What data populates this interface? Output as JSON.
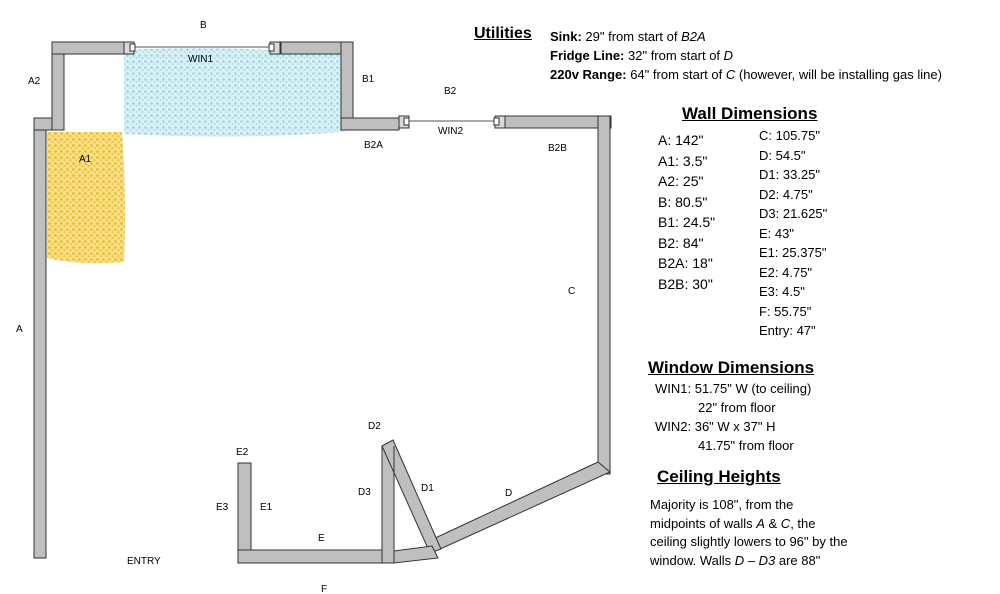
{
  "plan": {
    "labels": {
      "A": "A",
      "A1": "A1",
      "A2": "A2",
      "B": "B",
      "B1": "B1",
      "B2": "B2",
      "B2A": "B2A",
      "B2B": "B2B",
      "C": "C",
      "D": "D",
      "D1": "D1",
      "D2": "D2",
      "D3": "D3",
      "E": "E",
      "E1": "E1",
      "E2": "E2",
      "E3": "E3",
      "F": "F",
      "WIN1": "WIN1",
      "WIN2": "WIN2",
      "ENTRY": "ENTRY"
    },
    "colors": {
      "wall_fill": "#bfbfbf",
      "wall_stroke": "#333333",
      "blue_area": "#a9dce8",
      "yellow_area": "#f0c232"
    }
  },
  "utilities": {
    "title": "Utilities",
    "sink_label": "Sink:",
    "sink_text": " 29\" from start of ",
    "sink_ref": "B2A",
    "fridge_label": "Fridge Line:",
    "fridge_text": " 32\" from start of ",
    "fridge_ref": "D",
    "range_label": "220v Range:",
    "range_text": " 64\" from start of ",
    "range_ref": "C",
    "range_note": "  (however, will be installing gas line)"
  },
  "wall_dimensions": {
    "title": "Wall Dimensions",
    "left": [
      "A:   142\"",
      "A1: 3.5\"",
      "A2: 25\"",
      "B:   80.5\"",
      "B1: 24.5\"",
      "B2: 84\"",
      "B2A: 18\"",
      "B2B: 30\""
    ],
    "right": [
      "C:   105.75\"",
      "D:   54.5\"",
      "D1: 33.25\"",
      "D2: 4.75\"",
      "D3: 21.625\"",
      "E:    43\"",
      "E1: 25.375\"",
      "E2: 4.75\"",
      "E3: 4.5\"",
      "F:    55.75\"",
      "Entry: 47\""
    ]
  },
  "window_dimensions": {
    "title": "Window Dimensions",
    "lines": [
      "WIN1: 51.75\" W (to ceiling)",
      "22\" from floor",
      "WIN2: 36\" W x 37\" H",
      "41.75\" from floor"
    ]
  },
  "ceiling_heights": {
    "title": "Ceiling Heights",
    "t1": "Majority is 108\", from the",
    "t2a": "midpoints of walls ",
    "ref_a": "A",
    "t2b": " & ",
    "ref_c": "C",
    "t2c": ", the",
    "t3": "ceiling slightly lowers to 96\" by the",
    "t4a": "window. Walls ",
    "ref_d": "D",
    "t4b": " – ",
    "ref_d3": "D3",
    "t4c": " are 88\""
  }
}
